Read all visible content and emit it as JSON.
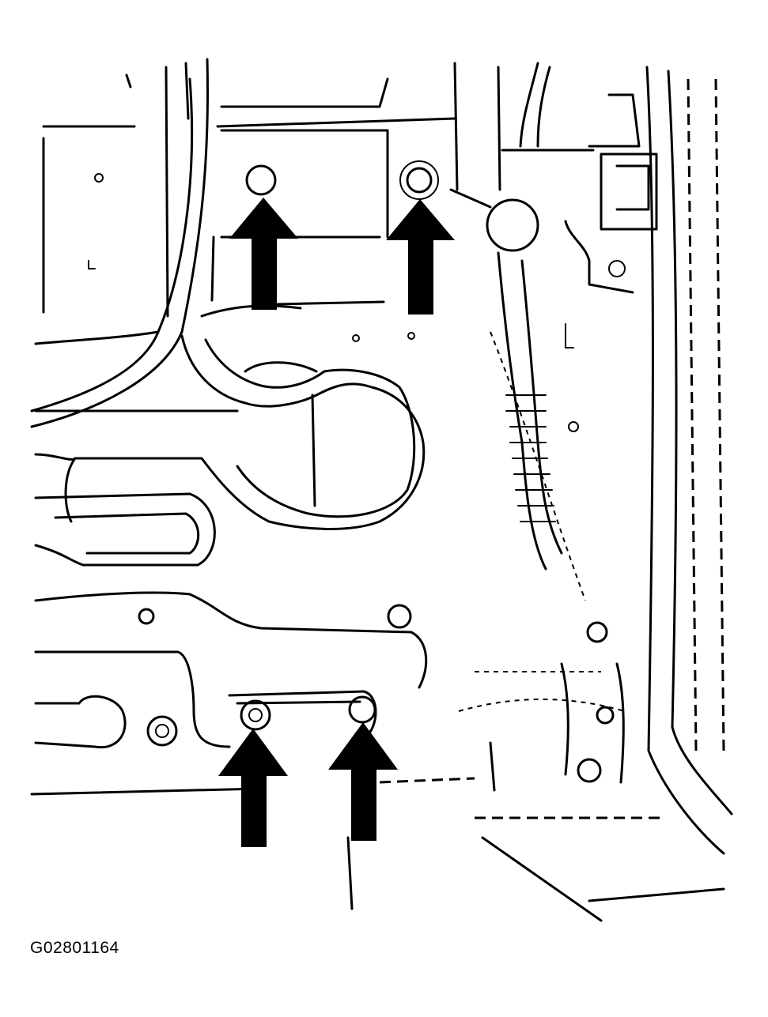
{
  "figure": {
    "id": "G02801164"
  },
  "arrows": [
    {
      "name": "arrow-upper-left",
      "points_to": "bolt-upper-left"
    },
    {
      "name": "arrow-upper-right",
      "points_to": "bolt-upper-right"
    },
    {
      "name": "arrow-lower-left",
      "points_to": "bolt-lower-left"
    },
    {
      "name": "arrow-lower-right",
      "points_to": "bolt-lower-right"
    }
  ]
}
